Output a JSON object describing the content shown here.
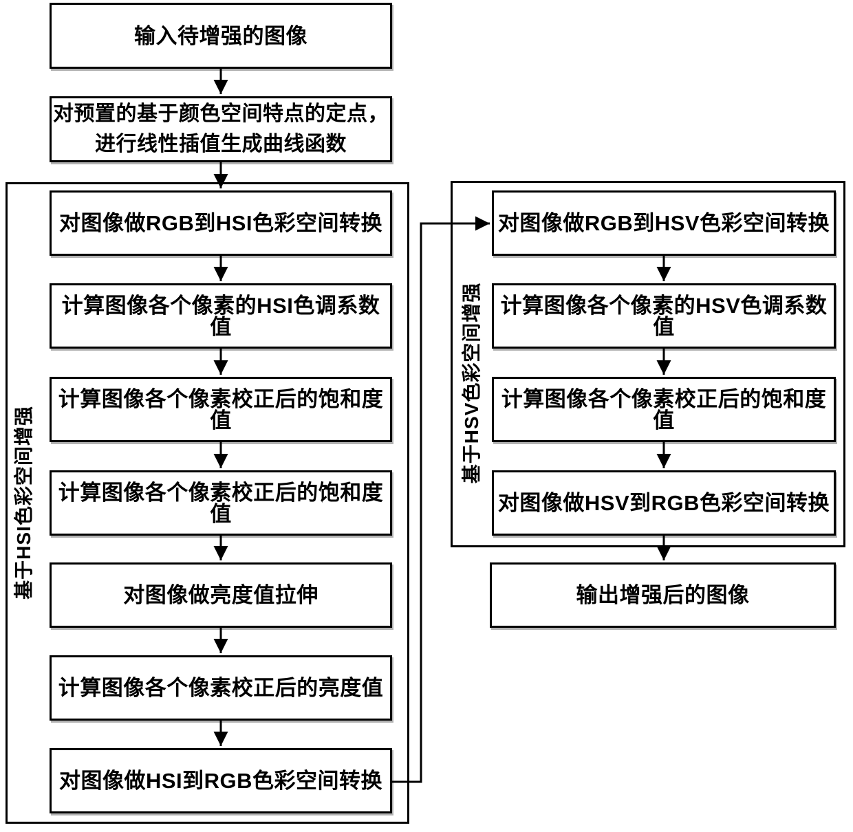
{
  "diagram": {
    "background": "#ffffff",
    "line_color": "#000000",
    "start": "输入待增强的图像",
    "interpolation": {
      "line1": "对预置的基于颜色空间特点的定点，",
      "line2": "进行线性插值生成曲线函数"
    },
    "hsi_group": {
      "label": "基于HSI色彩空间增强",
      "steps": [
        "对图像做RGB到HSI色彩空间转换",
        "计算图像各个像素的HSI色调系数值",
        "计算图像各个像素校正后的饱和度值",
        "计算图像各个像素校正后的饱和度值",
        "对图像做亮度值拉伸",
        "计算图像各个像素校正后的亮度值",
        "对图像做HSI到RGB色彩空间转换"
      ]
    },
    "hsv_group": {
      "label": "基于HSV色彩空间增强",
      "steps": [
        "对图像做RGB到HSV色彩空间转换",
        "计算图像各个像素的HSV色调系数值",
        "计算图像各个像素校正后的饱和度值",
        "对图像做HSV到RGB色彩空间转换"
      ]
    },
    "output": "输出增强后的图像"
  }
}
